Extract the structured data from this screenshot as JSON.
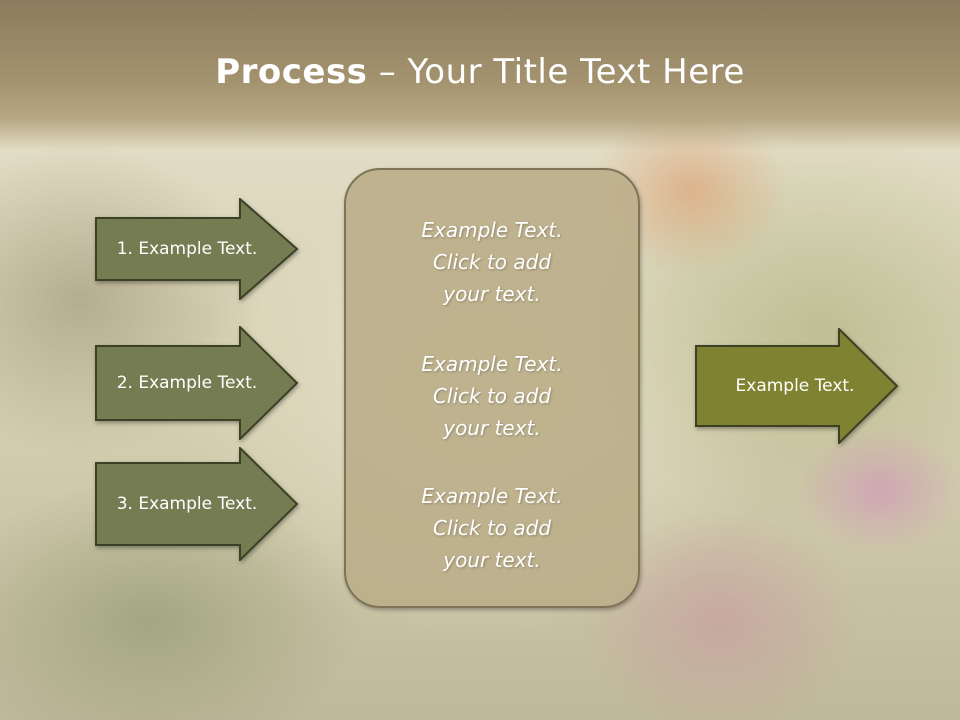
{
  "slide": {
    "title_bold": "Process",
    "title_rest": " – Your Title Text Here"
  },
  "left_arrows": [
    {
      "label": "1. Example Text."
    },
    {
      "label": "2. Example Text."
    },
    {
      "label": "3. Example Text."
    }
  ],
  "center": {
    "paragraphs": [
      {
        "line1": "Example Text.",
        "line2": "Click  to add",
        "line3": "your text."
      },
      {
        "line1": "Example Text.",
        "line2": "Click  to add",
        "line3": "your text."
      },
      {
        "line1": "Example Text.",
        "line2": "Click  to add",
        "line3": "your text."
      }
    ]
  },
  "right_arrow": {
    "label": "Example Text."
  },
  "colors": {
    "left_arrow_fill": "#767c52",
    "right_arrow_fill": "#7f8230",
    "arrow_border": "#3c4024",
    "center_fill": "#bcaf8a",
    "header": "#9a8a66"
  }
}
